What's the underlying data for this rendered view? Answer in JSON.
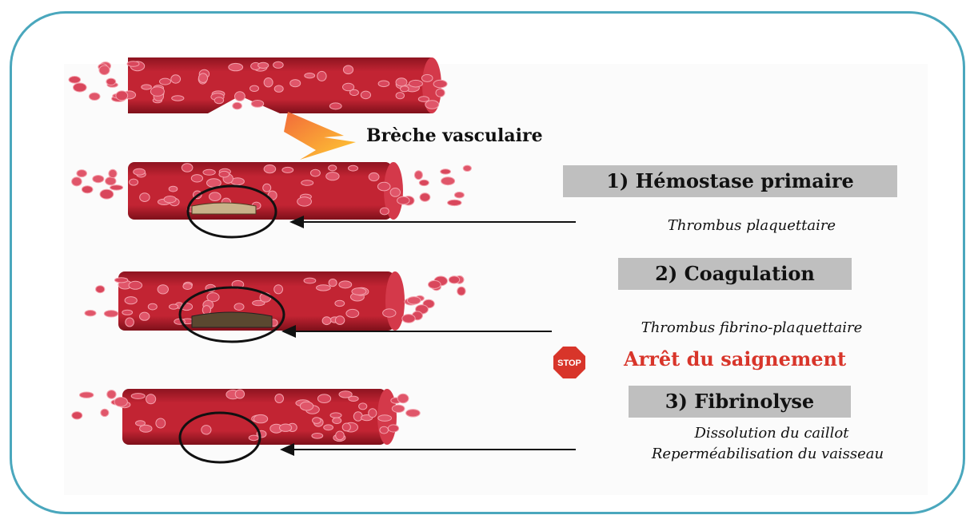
{
  "title_breach": "Brèche vasculaire",
  "steps": [
    {
      "label": "1) Hémostase primaire",
      "caption": "Thrombus plaquettaire"
    },
    {
      "label": "2) Coagulation",
      "caption": "Thrombus fibrino-plaquettaire"
    },
    {
      "label": "3) Fibrinolyse",
      "caption_lines": [
        "Dissolution du caillot",
        "Reperméabilisation du vaisseau"
      ]
    }
  ],
  "stop": {
    "sign_text": "STOP",
    "message": "Arrêt du saignement"
  },
  "colors": {
    "border": "#4aa7bd",
    "vessel": "#b01e2a",
    "cell": "#e0566a",
    "stop": "#d8352a",
    "label_box": "#bfbfbf"
  }
}
